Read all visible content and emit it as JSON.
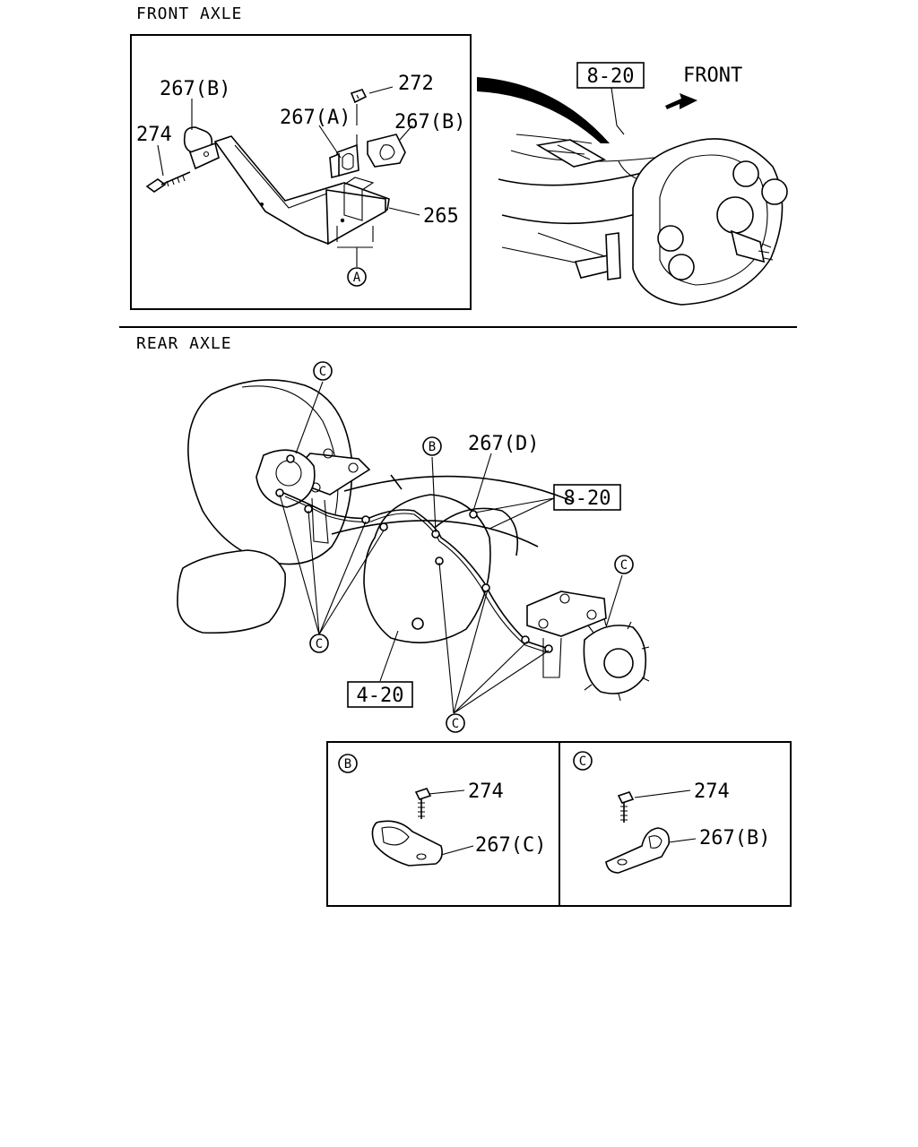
{
  "sections": {
    "front": "FRONT AXLE",
    "rear": "REAR AXLE"
  },
  "front": {
    "labels": {
      "p267b_top": "267(B)",
      "p274": "274",
      "p267a": "267(A)",
      "p272": "272",
      "p267b_right": "267(B)",
      "p265": "265",
      "circle_a": "A"
    },
    "ref_box": "8-20",
    "direction": "FRONT"
  },
  "rear": {
    "labels": {
      "circle_c_top": "C",
      "circle_b": "B",
      "p267d": "267(D)",
      "circle_c_right": "C",
      "circle_c_left": "C",
      "circle_c_bottom": "C"
    },
    "ref_box_right": "8-20",
    "ref_box_left": "4-20"
  },
  "detail_b": {
    "circle": "B",
    "p274": "274",
    "p267c": "267(C)"
  },
  "detail_c": {
    "circle": "C",
    "p274": "274",
    "p267b": "267(B)"
  }
}
